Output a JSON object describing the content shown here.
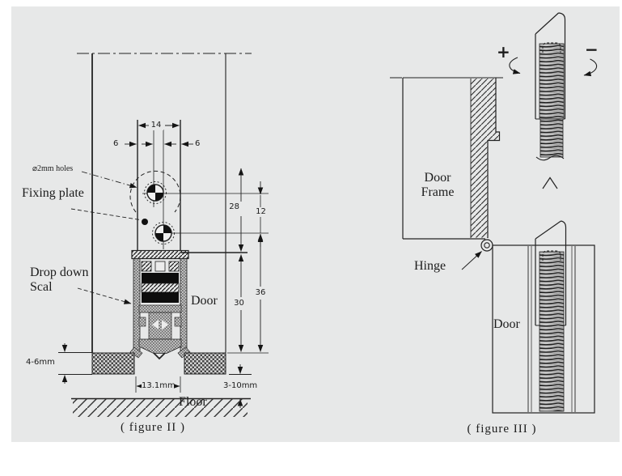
{
  "colors": {
    "page_bg": "#ffffff",
    "canvas_bg": "#e7e8e8",
    "ink": "#1c1c1c"
  },
  "figure2": {
    "caption": "( figure II )",
    "labels": {
      "holes": "⌀2mm holes",
      "fixing_plate": "Fixing plate",
      "seal_line1": "Drop down",
      "seal_line2": "Scal",
      "door": "Door",
      "floor": "Floor"
    },
    "dims": {
      "width_top": "14",
      "offset_left": "6",
      "offset_right": "6",
      "plate_to_seal": "28",
      "hole_spacing": "12",
      "seal_height": "36",
      "seal_body": "30",
      "drop_range": "4-6mm",
      "groove_width": "13.1mm",
      "floor_gap": "3-10mm"
    }
  },
  "figure3": {
    "caption": "( figure III )",
    "labels": {
      "door_frame_line1": "Door",
      "door_frame_line2": "Frame",
      "hinge": "Hinge",
      "door": "Door",
      "adjust_plus": "+",
      "adjust_minus": "−"
    }
  }
}
